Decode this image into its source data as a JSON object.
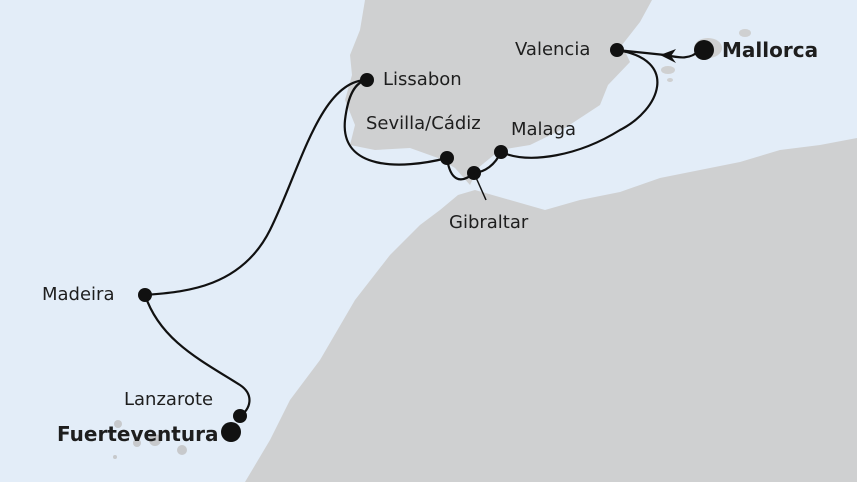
{
  "colors": {
    "sea": "#e3edf8",
    "land": "#cfd0d1",
    "route": "#111111"
  },
  "ports": [
    {
      "name": "Mallorca",
      "type": "start"
    },
    {
      "name": "Valencia"
    },
    {
      "name": "Malaga"
    },
    {
      "name": "Gibraltar"
    },
    {
      "name": "Sevilla/Cádiz"
    },
    {
      "name": "Lissabon"
    },
    {
      "name": "Madeira"
    },
    {
      "name": "Lanzarote"
    },
    {
      "name": "Fuerteventura",
      "type": "end"
    }
  ]
}
